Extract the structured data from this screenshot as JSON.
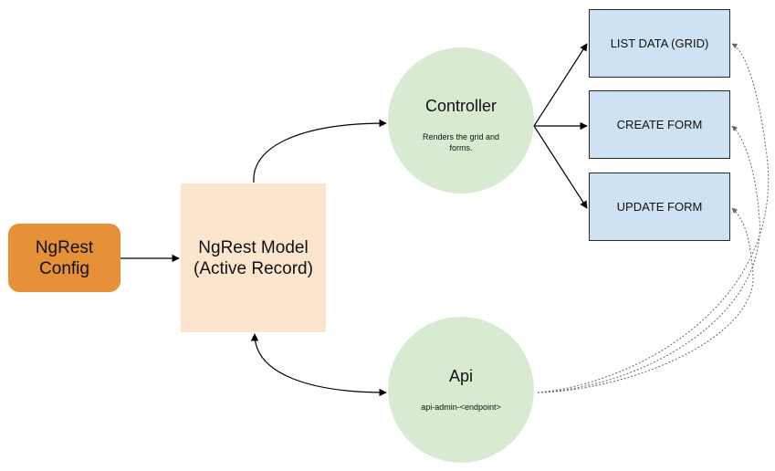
{
  "colors": {
    "config_fill": "#e69138",
    "model_fill": "#fce5cd",
    "circle_fill": "#d9ead3",
    "box_fill": "#cfe2f3",
    "edge": "#000000",
    "dotted_edge": "#666666"
  },
  "nodes": {
    "config": {
      "label": "NgRest\nConfig"
    },
    "model": {
      "label": "NgRest Model\n(Active Record)"
    },
    "controller": {
      "title": "Controller",
      "subtitle": "Renders the grid and forms."
    },
    "api": {
      "title": "Api",
      "subtitle": "api-admin-<endpoint>"
    },
    "list_data": {
      "label": "LIST DATA (GRID)"
    },
    "create_form": {
      "label": "CREATE FORM"
    },
    "update_form": {
      "label": "UPDATE FORM"
    }
  }
}
